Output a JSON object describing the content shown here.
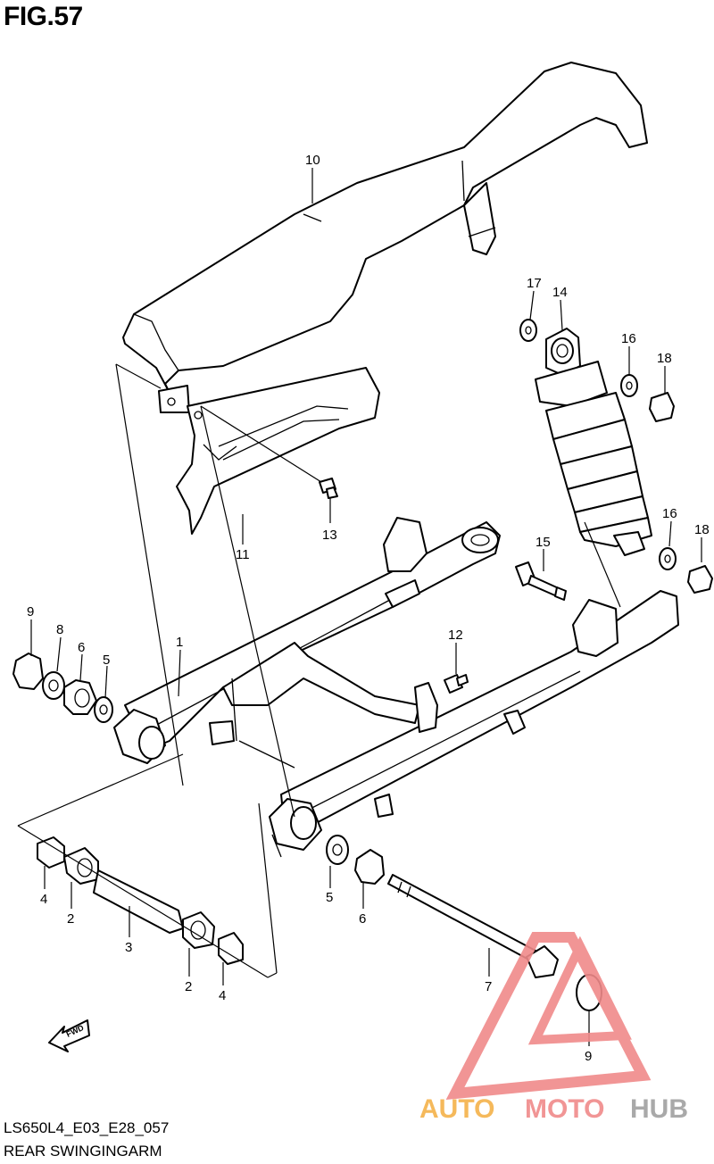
{
  "figure": {
    "title": "FIG.57",
    "code": "LS650L4_E03_E28_057",
    "caption": "REAR SWINGINGARM"
  },
  "direction_arrow": {
    "label": "FWD"
  },
  "callouts": [
    {
      "id": "c10",
      "label": "10"
    },
    {
      "id": "c17",
      "label": "17"
    },
    {
      "id": "c14",
      "label": "14"
    },
    {
      "id": "c16a",
      "label": "16"
    },
    {
      "id": "c18a",
      "label": "18"
    },
    {
      "id": "c13",
      "label": "13"
    },
    {
      "id": "c11",
      "label": "11"
    },
    {
      "id": "c16b",
      "label": "16"
    },
    {
      "id": "c18b",
      "label": "18"
    },
    {
      "id": "c15",
      "label": "15"
    },
    {
      "id": "c9a",
      "label": "9"
    },
    {
      "id": "c8",
      "label": "8"
    },
    {
      "id": "c6a",
      "label": "6"
    },
    {
      "id": "c5a",
      "label": "5"
    },
    {
      "id": "c1",
      "label": "1"
    },
    {
      "id": "c12",
      "label": "12"
    },
    {
      "id": "c4a",
      "label": "4"
    },
    {
      "id": "c2a",
      "label": "2"
    },
    {
      "id": "c3",
      "label": "3"
    },
    {
      "id": "c2b",
      "label": "2"
    },
    {
      "id": "c4b",
      "label": "4"
    },
    {
      "id": "c5b",
      "label": "5"
    },
    {
      "id": "c6b",
      "label": "6"
    },
    {
      "id": "c7",
      "label": "7"
    },
    {
      "id": "c9b",
      "label": "9"
    }
  ],
  "watermark": {
    "text_part1": "AUTO",
    "text_part2": "MOTO",
    "text_part3": "HUB",
    "color_primary": "#f08a8a",
    "color_secondary": "#f5b24a",
    "color_tertiary": "#a0a0a0"
  }
}
